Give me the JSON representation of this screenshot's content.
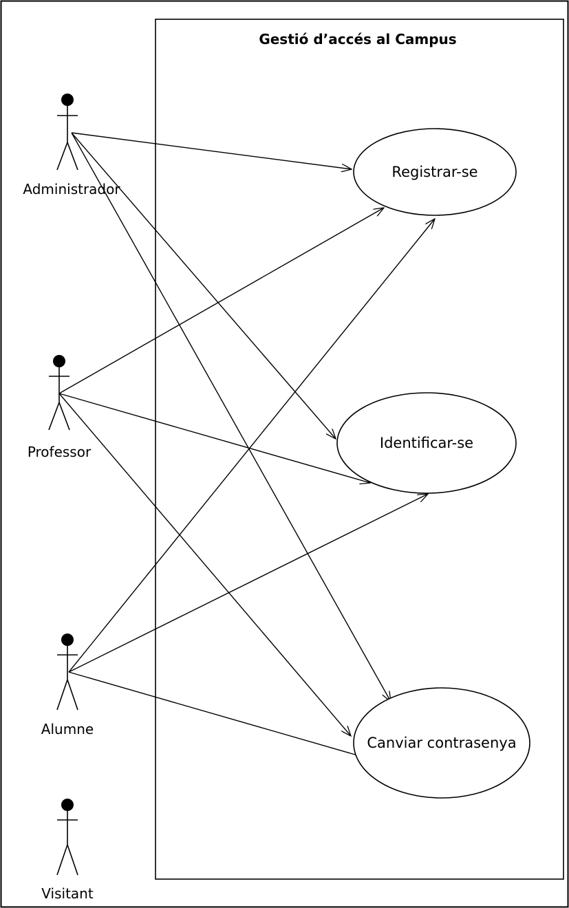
{
  "diagram": {
    "title": "Gestió d’accés al Campus",
    "actors": [
      {
        "id": "administrador",
        "label": "Administrador"
      },
      {
        "id": "professor",
        "label": "Professor"
      },
      {
        "id": "alumne",
        "label": "Alumne"
      },
      {
        "id": "visitant",
        "label": "Visitant"
      }
    ],
    "use_cases": [
      {
        "id": "registrar",
        "label": "Registrar-se"
      },
      {
        "id": "identificar",
        "label": "Identificar-se"
      },
      {
        "id": "canviar",
        "label": "Canviar contrasenya"
      }
    ],
    "associations": [
      {
        "from": "administrador",
        "to": "registrar"
      },
      {
        "from": "administrador",
        "to": "identificar"
      },
      {
        "from": "administrador",
        "to": "canviar"
      },
      {
        "from": "professor",
        "to": "registrar"
      },
      {
        "from": "professor",
        "to": "identificar"
      },
      {
        "from": "professor",
        "to": "canviar"
      },
      {
        "from": "alumne",
        "to": "registrar"
      },
      {
        "from": "alumne",
        "to": "identificar"
      },
      {
        "from": "alumne",
        "to": "canviar"
      }
    ],
    "colors": {
      "stroke": "#000000",
      "background": "#ffffff"
    }
  }
}
